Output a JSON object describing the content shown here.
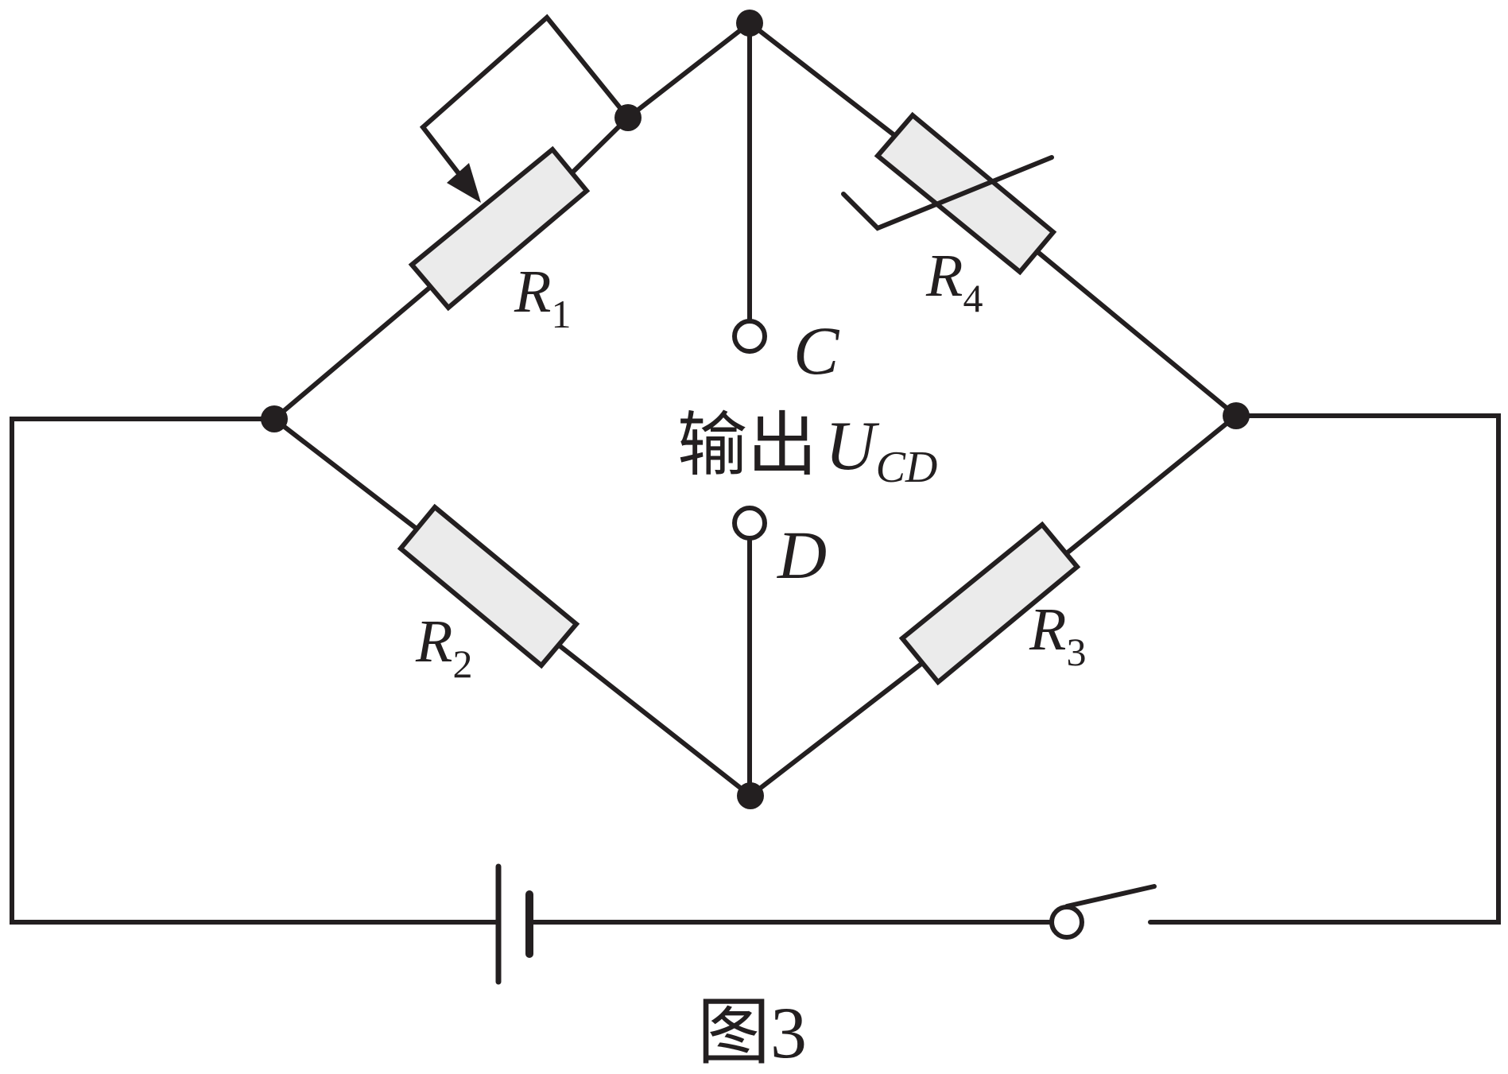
{
  "labels": {
    "r1": {
      "letter": "R",
      "sub": "1"
    },
    "r2": {
      "letter": "R",
      "sub": "2"
    },
    "r3": {
      "letter": "R",
      "sub": "3"
    },
    "r4": {
      "letter": "R",
      "sub": "4"
    },
    "terminal_c": "C",
    "terminal_d": "D",
    "output_text": "输出",
    "output_symbol": "U",
    "output_sub": "CD",
    "caption": "图3"
  },
  "colors": {
    "line": "#231f20",
    "resistor_fill": "#ebebeb",
    "background": "#ffffff"
  }
}
